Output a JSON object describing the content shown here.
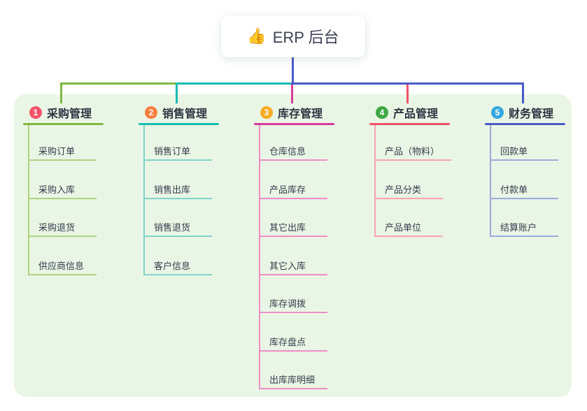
{
  "page": {
    "canvas_background": "#eaf6e5"
  },
  "root": {
    "icon": "👍",
    "title": "ERP 后台",
    "stem_color": "#4a5bc8"
  },
  "branches": [
    {
      "number": "1",
      "title": "采购管理",
      "badge_color": "#f5536a",
      "line_color": "#7fb840",
      "child_line_color": "#abd481",
      "children": [
        "采购订单",
        "采购入库",
        "采购退货",
        "供应商信息"
      ]
    },
    {
      "number": "2",
      "title": "销售管理",
      "badge_color": "#f97e3f",
      "line_color": "#16bcb2",
      "child_line_color": "#7fd3ca",
      "children": [
        "销售订单",
        "销售出库",
        "销售退货",
        "客户信息"
      ]
    },
    {
      "number": "3",
      "title": "库存管理",
      "badge_color": "#f9ac27",
      "line_color": "#d93a9e",
      "child_line_color": "#ef8cc7",
      "children": [
        "仓库信息",
        "产品库存",
        "其它出库",
        "其它入库",
        "库存调拨",
        "库存盘点",
        "出库库明细"
      ]
    },
    {
      "number": "4",
      "title": "产品管理",
      "badge_color": "#3fa944",
      "line_color": "#ef5068",
      "child_line_color": "#f7a3ad",
      "children": [
        "产品（物料）",
        "产品分类",
        "产品单位"
      ]
    },
    {
      "number": "5",
      "title": "财务管理",
      "badge_color": "#34a8e0",
      "line_color": "#4a5bc8",
      "child_line_color": "#9aaade",
      "children": [
        "回款单",
        "付款单",
        "结算账户"
      ]
    }
  ]
}
